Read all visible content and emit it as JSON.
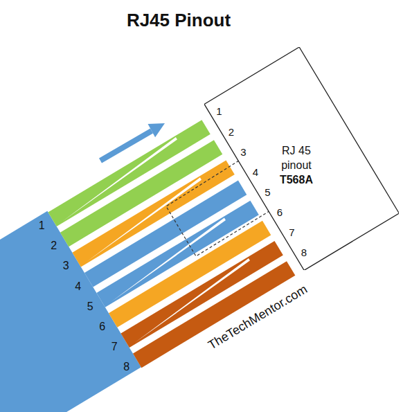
{
  "diagram": {
    "title": "RJ45 Pinout",
    "nodes": [
      {
        "text": [
          "RJ 45 pinout",
          "T568A"
        ]
      }
    ],
    "labels": [
      "1",
      "2",
      "3",
      "4",
      "5",
      "6",
      "7",
      "8",
      "1",
      "2",
      "3",
      "4",
      "5",
      "6",
      "7",
      "8",
      "TheTechMentor.com"
    ]
  }
}
